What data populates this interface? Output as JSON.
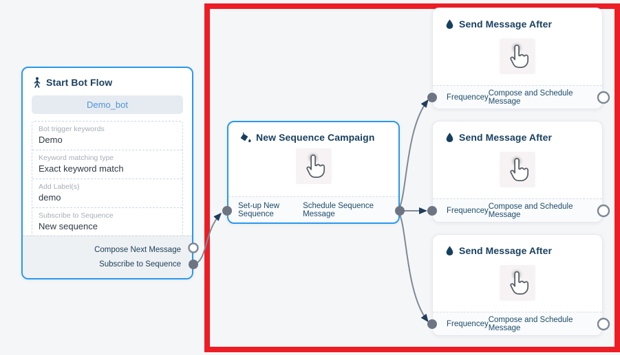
{
  "colors": {
    "canvas_bg": "#f5f6f8",
    "node_border_blue": "#2798f0",
    "highlight_red": "#ec1d25",
    "edge_gray": "#7e8894",
    "title_navy": "#173f5f",
    "button_text_blue": "#4f94d6",
    "port_filled_gray": "#6e7582",
    "arrowhead_navy": "#1f3d5c"
  },
  "nodes": {
    "start": {
      "title": "Start Bot Flow",
      "icon": "walking-person-icon",
      "button_label": "Demo_bot",
      "fields": [
        {
          "label": "Bot trigger keywords",
          "value": "Demo"
        },
        {
          "label": "Keyword matching type",
          "value": "Exact keyword match"
        },
        {
          "label": "Add Label(s)",
          "value": "demo"
        },
        {
          "label": "Subscribe to Sequence",
          "value": "New sequence"
        }
      ],
      "outputs": [
        {
          "label": "Compose Next Message",
          "port": "open"
        },
        {
          "label": "Subscribe to Sequence",
          "port": "filled"
        }
      ]
    },
    "campaign": {
      "title": "New Sequence Campaign",
      "icon": "ink-bucket-icon",
      "center_icon": "hand-cursor-icon",
      "left_output": "Set-up New Sequence",
      "right_output": "Schedule Sequence Message"
    },
    "send_message": {
      "title": "Send Message After",
      "icon": "water-drop-icon",
      "center_icon": "hand-cursor-icon",
      "left_output": "Frequencey",
      "right_output": "Compose and Schedule Message",
      "instances": 3
    }
  }
}
